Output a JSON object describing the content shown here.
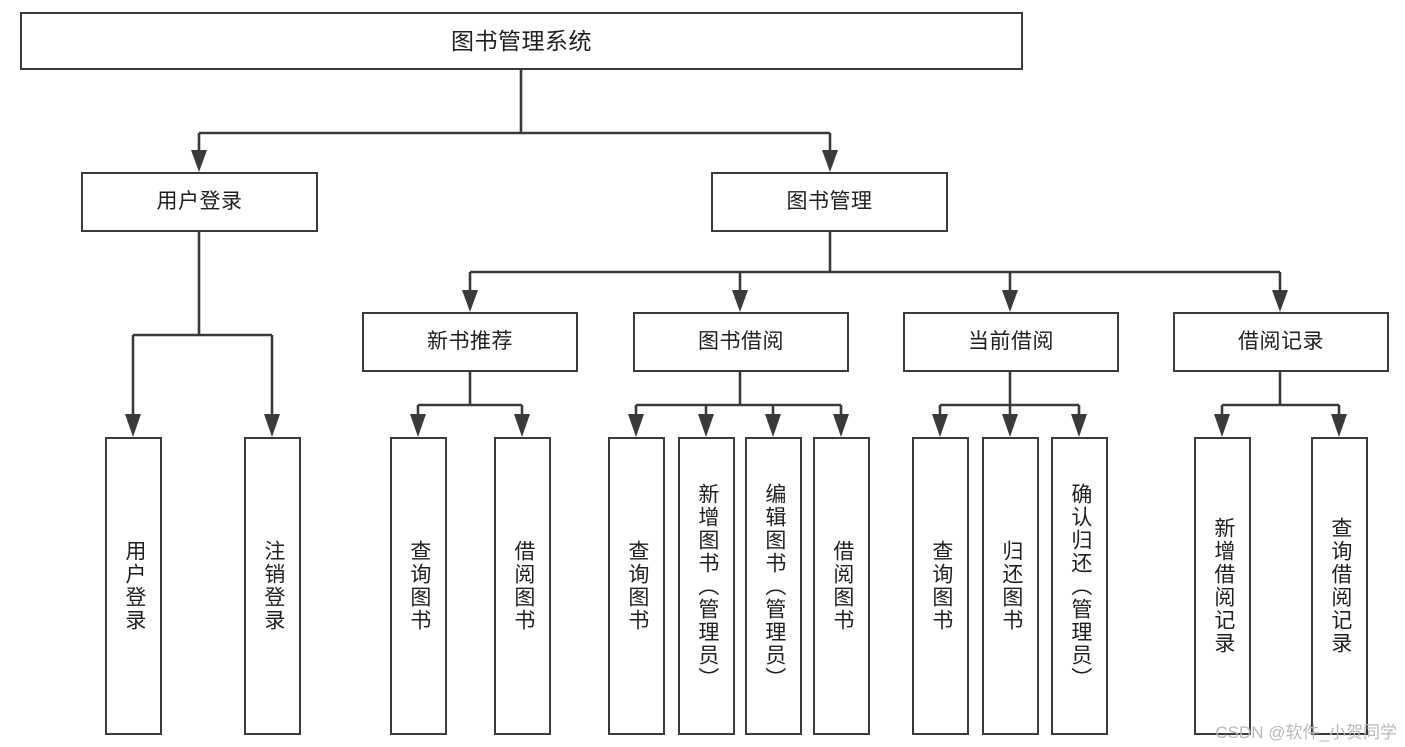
{
  "diagram": {
    "title": "图书管理系统",
    "type": "tree-hierarchy-diagram",
    "colors": {
      "line": "#3a3a3a",
      "box_border": "#3a3a3a",
      "box_fill": "#ffffff",
      "text": "#1f1f1f",
      "background": "#ffffff",
      "watermark": "#b9b9b9"
    },
    "root": {
      "label": "图书管理系统"
    },
    "level2": [
      {
        "label": "用户登录"
      },
      {
        "label": "图书管理"
      }
    ],
    "level3": [
      {
        "label": "新书推荐"
      },
      {
        "label": "图书借阅"
      },
      {
        "label": "当前借阅"
      },
      {
        "label": "借阅记录"
      }
    ],
    "leaves": {
      "user_login": [
        {
          "label": "用户登录"
        },
        {
          "label": "注销登录"
        }
      ],
      "new_book_recommend": [
        {
          "label": "查询图书"
        },
        {
          "label": "借阅图书"
        }
      ],
      "book_borrow": [
        {
          "label": "查询图书"
        },
        {
          "label": "新增图书（管理员）"
        },
        {
          "label": "编辑图书（管理员）"
        },
        {
          "label": "借阅图书"
        }
      ],
      "current_borrow": [
        {
          "label": "查询图书"
        },
        {
          "label": "归还图书"
        },
        {
          "label": "确认归还（管理员）"
        }
      ],
      "borrow_record": [
        {
          "label": "新增借阅记录"
        },
        {
          "label": "查询借阅记录"
        }
      ]
    }
  },
  "watermark": {
    "text": "CSDN @软件_小贺同学"
  }
}
